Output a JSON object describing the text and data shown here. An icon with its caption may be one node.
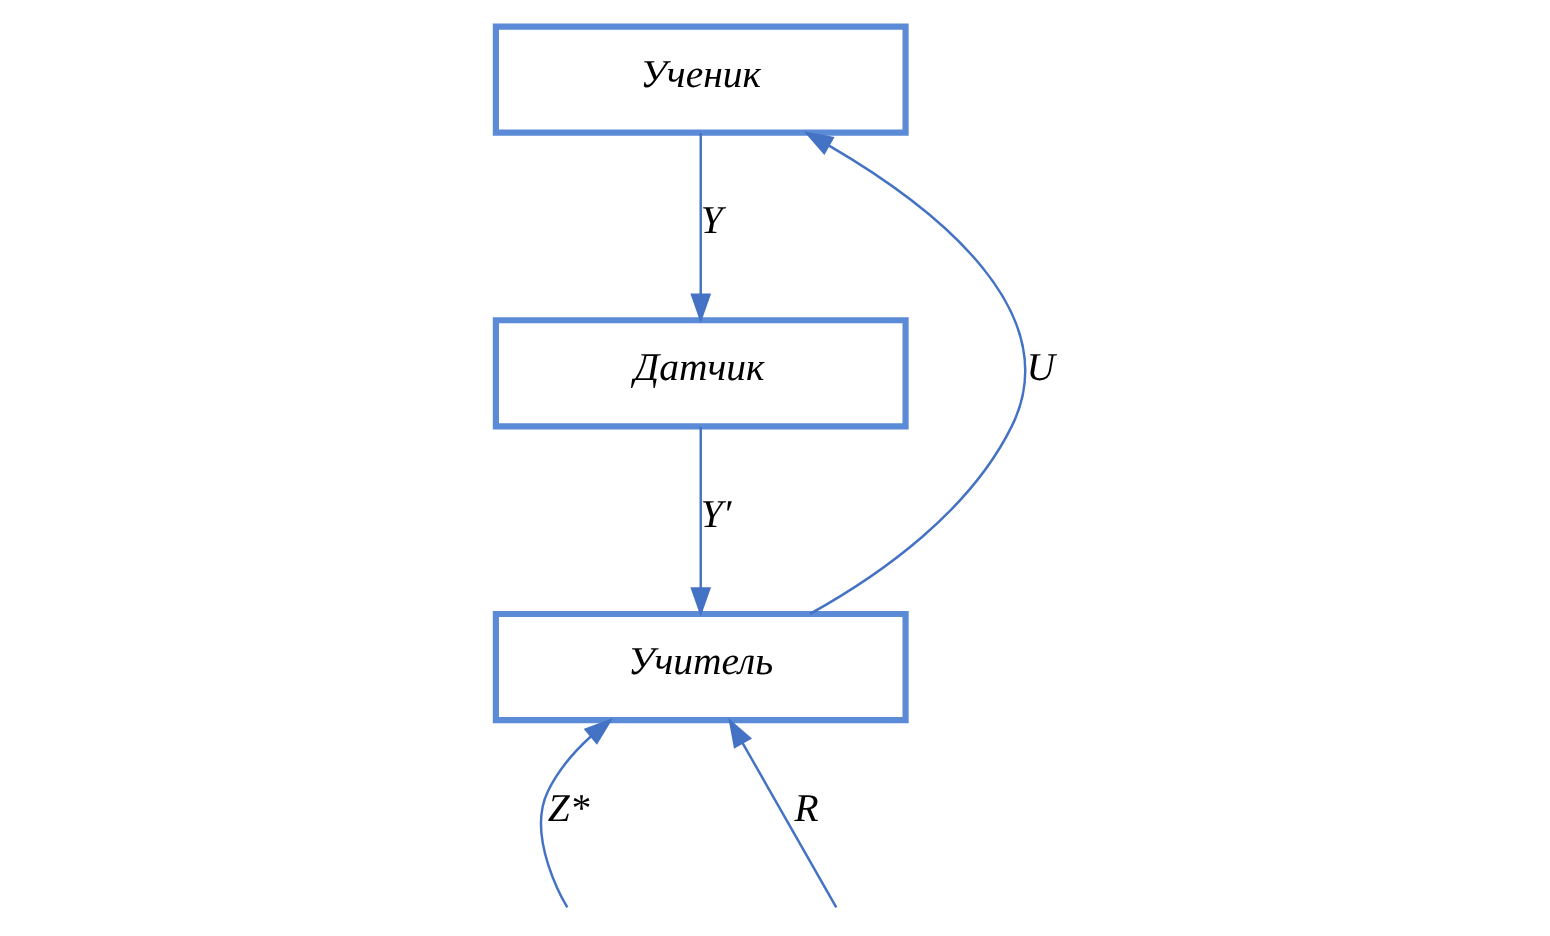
{
  "diagram": {
    "nodes": [
      {
        "text": [
          "Ученик"
        ]
      },
      {
        "text": [
          "Датчик"
        ]
      },
      {
        "text": [
          "Учитель"
        ]
      }
    ],
    "edges": [
      {
        "from": 2,
        "to": 0,
        "arrow": "to",
        "label": "U"
      },
      {
        "from": 0,
        "to": 1,
        "arrow": "to",
        "label": "Y"
      },
      {
        "from": 1,
        "to": 2,
        "arrow": "to",
        "label": "Y′"
      },
      {
        "from": null,
        "to": 2,
        "arrow": "to",
        "label": "Z*"
      },
      {
        "from": null,
        "to": 2,
        "arrow": "to",
        "label": "R"
      }
    ]
  }
}
